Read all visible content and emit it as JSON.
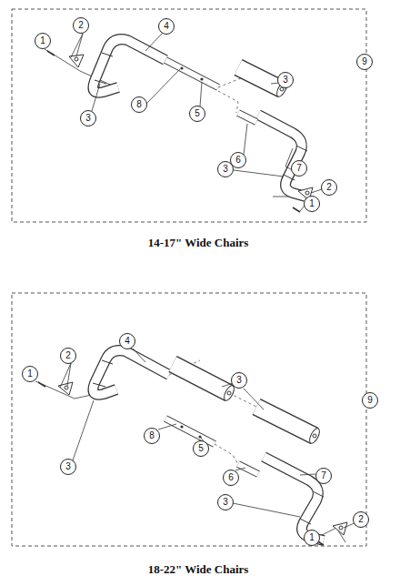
{
  "diagram": {
    "labels": [
      "1",
      "2",
      "4",
      "3",
      "8",
      "5",
      "3",
      "7",
      "6",
      "3",
      "2",
      "1",
      "9",
      "14-17\" Wide Chairs",
      "1",
      "2",
      "4",
      "3",
      "8",
      "5",
      "3",
      "6",
      "7",
      "3",
      "2",
      "1",
      "9",
      "18-22\" Wide Chairs"
    ]
  }
}
